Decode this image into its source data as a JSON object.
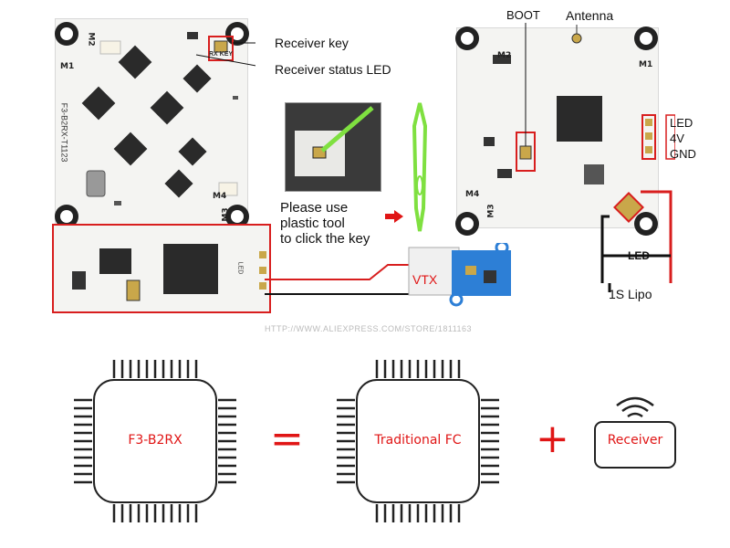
{
  "top_left": {
    "receiver_key_label": "Receiver key",
    "receiver_status_led_label": "Receiver status LED",
    "rx_key_silk": "RX KEY",
    "board_name_silk": "F3-B2RX-T1123",
    "motor_labels": [
      "M1",
      "M2",
      "M3",
      "M4"
    ]
  },
  "tool_note": {
    "line1": "Please use",
    "line2": "plastic tool",
    "line3": "to click the key"
  },
  "top_right": {
    "boot_label": "BOOT",
    "antenna_label": "Antenna",
    "pin_labels": [
      "LED",
      "4V",
      "GND"
    ],
    "led_wire_label": "LED",
    "battery_label": "1S Lipo",
    "motor_labels": [
      "M1",
      "M2",
      "M3",
      "M4"
    ]
  },
  "vtx": {
    "label": "VTX",
    "pad_silk": "LED"
  },
  "watermark": {
    "text": "HTTP://WWW.ALIEXPRESS.COM/STORE/1811163"
  },
  "equation": {
    "chip1_label": "F3-B2RX",
    "equals_sign": "=",
    "chip2_label": "Traditional FC",
    "plus_sign": "+",
    "receiver_label": "Receiver"
  },
  "colors": {
    "accent_red": "#e01515",
    "highlight_box": "#d81e1e",
    "wire_black": "#111111",
    "vtx_blue": "#2d7fd6",
    "tool_green": "#7fe040"
  }
}
